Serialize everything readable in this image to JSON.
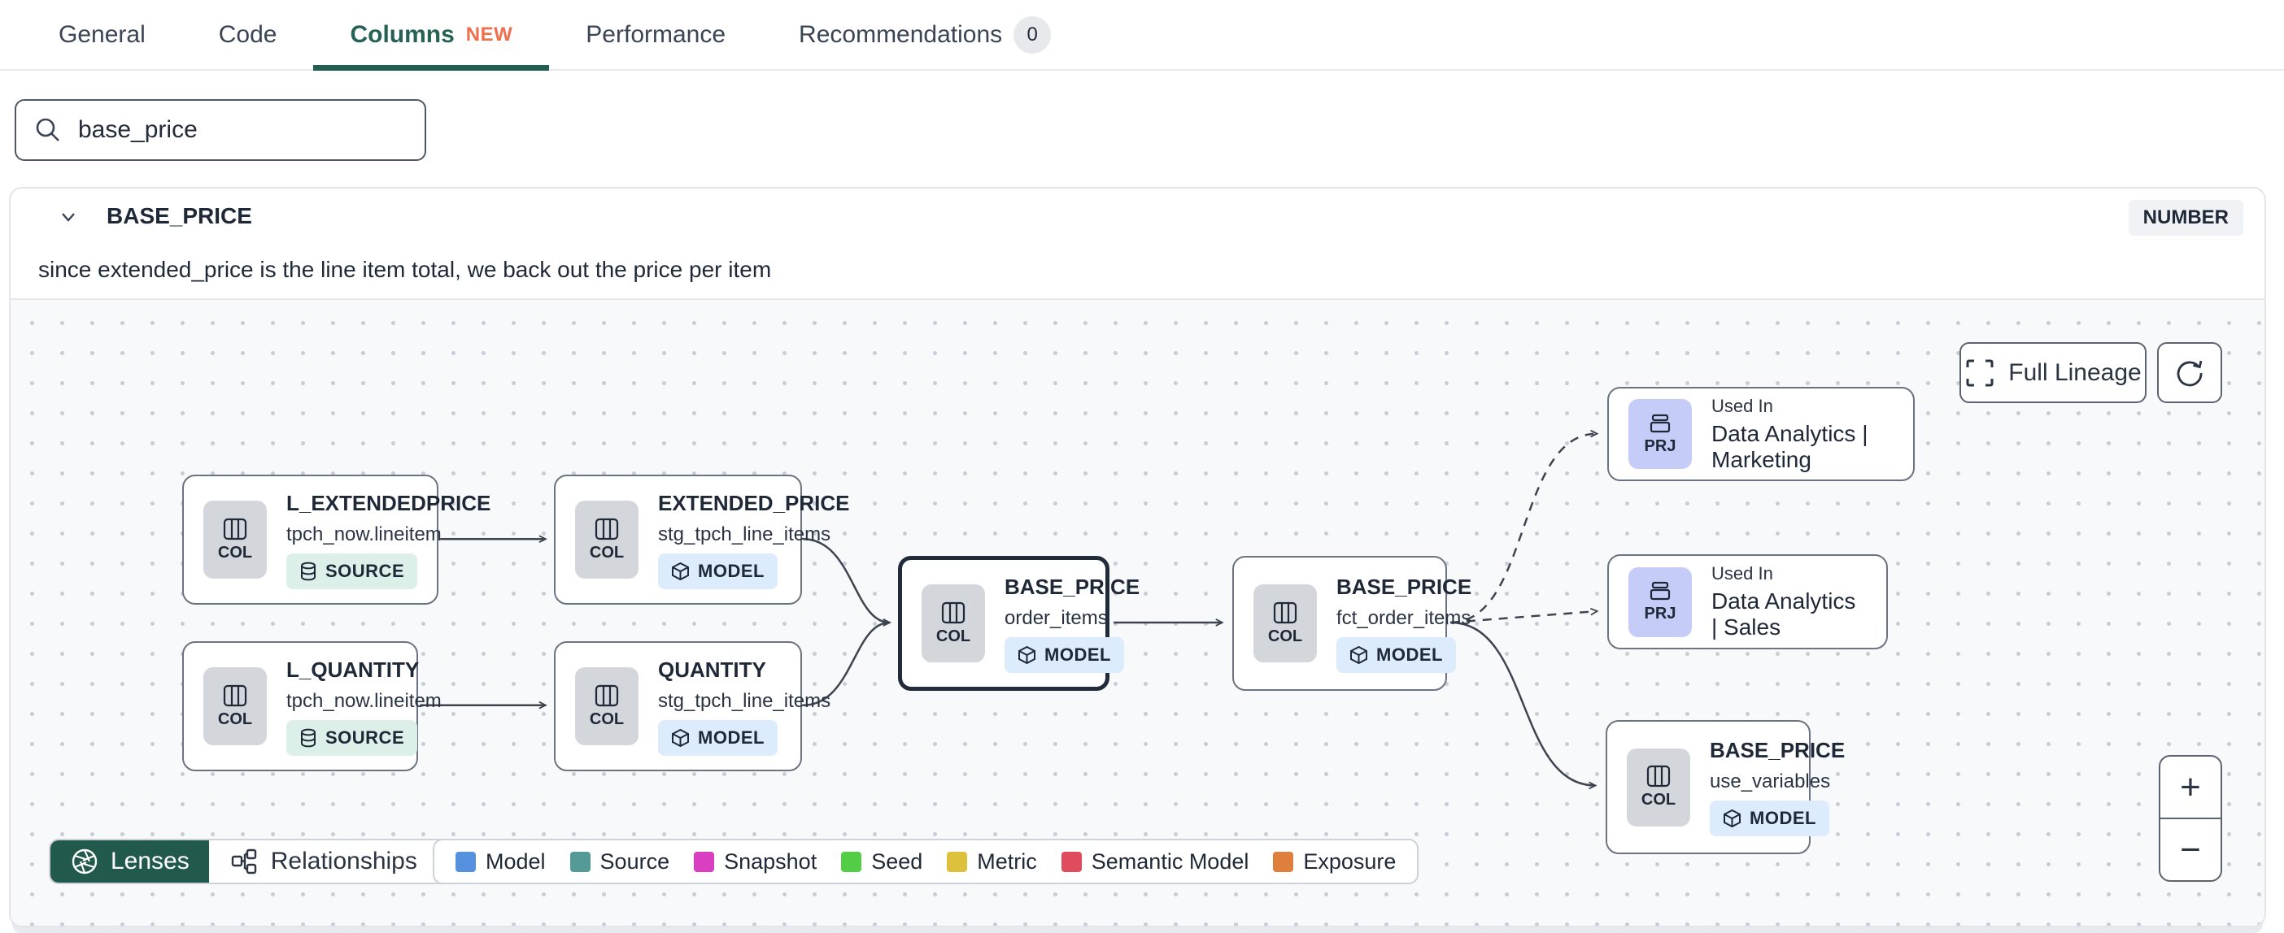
{
  "tabs": {
    "general": "General",
    "code": "Code",
    "columns": "Columns",
    "columns_badge": "NEW",
    "performance": "Performance",
    "recommendations": "Recommendations",
    "recommendations_count": "0"
  },
  "search": {
    "value": "base_price"
  },
  "column_panel": {
    "name": "BASE_PRICE",
    "type_badge": "NUMBER",
    "description": "since extended_price is the line item total, we back out the price per item"
  },
  "lineage": {
    "nodes": [
      {
        "chip": "COL",
        "title": "L_EXTENDEDPRICE",
        "subtitle": "tpch_now.lineitem",
        "badge": "SOURCE"
      },
      {
        "chip": "COL",
        "title": "EXTENDED_PRICE",
        "subtitle": "stg_tpch_line_items",
        "badge": "MODEL"
      },
      {
        "chip": "COL",
        "title": "L_QUANTITY",
        "subtitle": "tpch_now.lineitem",
        "badge": "SOURCE"
      },
      {
        "chip": "COL",
        "title": "QUANTITY",
        "subtitle": "stg_tpch_line_items",
        "badge": "MODEL"
      },
      {
        "chip": "COL",
        "title": "BASE_PRICE",
        "subtitle": "order_items",
        "badge": "MODEL"
      },
      {
        "chip": "COL",
        "title": "BASE_PRICE",
        "subtitle": "fct_order_items",
        "badge": "MODEL"
      },
      {
        "chip": "PRJ",
        "used_in": "Used In",
        "title": "Data Analytics | Marketing"
      },
      {
        "chip": "PRJ",
        "used_in": "Used In",
        "title": "Data Analytics | Sales"
      },
      {
        "chip": "COL",
        "title": "BASE_PRICE",
        "subtitle": "use_variables",
        "badge": "MODEL"
      }
    ],
    "controls": {
      "full_lineage": "Full Lineage",
      "lenses": "Lenses",
      "relationships": "Relationships",
      "zoom_in": "+",
      "zoom_out": "−"
    },
    "legend": [
      {
        "label": "Model",
        "color": "#5591de"
      },
      {
        "label": "Source",
        "color": "#549a97"
      },
      {
        "label": "Snapshot",
        "color": "#d93fc0"
      },
      {
        "label": "Seed",
        "color": "#53cd46"
      },
      {
        "label": "Metric",
        "color": "#ddc13c"
      },
      {
        "label": "Semantic Model",
        "color": "#e14b5e"
      },
      {
        "label": "Exposure",
        "color": "#de7f3e"
      }
    ]
  }
}
